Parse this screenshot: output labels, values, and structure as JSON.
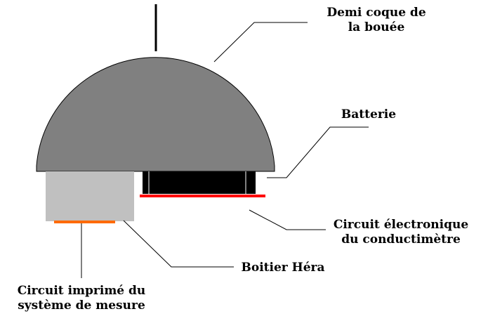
{
  "colors": {
    "shell": "#808080",
    "hera_box": "#c0c0c0",
    "battery": "#000000",
    "conductimeter_board": "#ff0000",
    "measure_board": "#ff6a00",
    "leader_line": "#000000"
  },
  "labels": {
    "shell": [
      "Demi coque de",
      "la bouée"
    ],
    "battery": [
      "Batterie"
    ],
    "conductimeter": [
      "Circuit électronique",
      "du conductimètre"
    ],
    "hera": [
      "Boitier Héra"
    ],
    "measure_circuit": [
      "Circuit imprimé du",
      "système de mesure"
    ]
  }
}
